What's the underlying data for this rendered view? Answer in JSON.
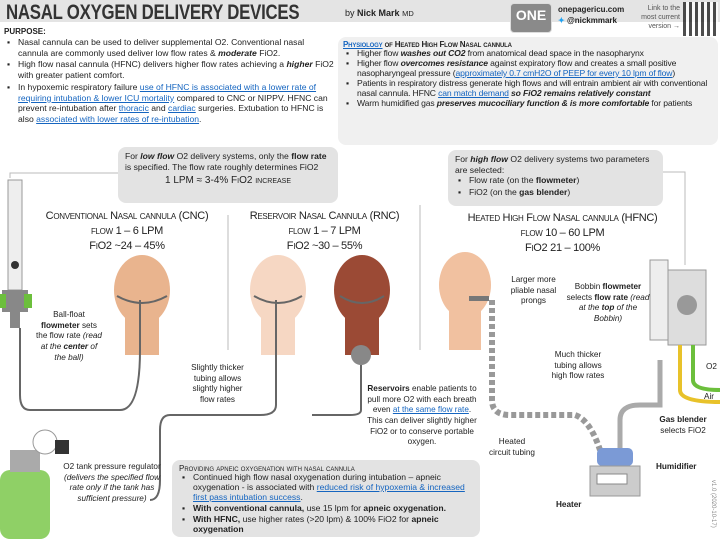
{
  "header": {
    "title": "NASAL OXYGEN DELIVERY DEVICES",
    "by": "by",
    "author": "Nick Mark",
    "credential": "MD",
    "logo": "ONE",
    "site": "onepagericu.com",
    "twitter": "@nickmmark",
    "link_note": "Link to the most current version →"
  },
  "purpose": {
    "heading": "PURPOSE:",
    "items": [
      {
        "text": "Nasal cannula can be used to deliver supplemental O2. Conventional nasal cannula are commonly used deliver low flow rates & ",
        "bold": "moderate",
        "tail": " FiO2."
      },
      {
        "text": "High flow nasal cannula (HFNC) delivers higher flow rates achieving a ",
        "bold": "higher",
        "tail": " FiO2 with greater patient comfort."
      },
      {
        "pre": "In hypoxemic respiratory failure ",
        "link1": "use of HFNC is associated with a lower rate of requiring intubation & lower ICU mortality",
        "mid1": " compared to CNC or NIPPV. HFNC can prevent re-intubation after ",
        "link2": "thoracic",
        "mid2": " and ",
        "link3": "cardiac",
        "mid3": " surgeries. Extubation to HFNC is also ",
        "link4": "associated with lower rates of re-intubation",
        "end": "."
      }
    ]
  },
  "physiology": {
    "link": "Physiology",
    "heading": " of Heated High Flow Nasal cannula",
    "items": [
      {
        "a": "Higher flow ",
        "b": "washes out CO2",
        "c": " from anatomical dead space in the nasopharynx"
      },
      {
        "a": "Higher flow ",
        "b": "overcomes resistance",
        "c": " against expiratory flow and creates a small positive nasopharyngeal pressure (",
        "link": "approximately 0.7 cmH2O of PEEP for every 10 lpm of flow",
        "d": ")"
      },
      {
        "a": "Patients in respiratory distress generate high flows and will entrain ambient air with conventional nasal cannula. HFNC ",
        "link": "can match demand",
        "b": " so FiO2 remains relatively constant"
      },
      {
        "a": "Warm humidified gas ",
        "b": "preserves mucociliary function & is more comfortable",
        "c": " for patients"
      }
    ]
  },
  "low_flow": {
    "a": "For ",
    "b": "low flow",
    "c": " O2 delivery systems, only the ",
    "d": "flow rate",
    "e": " is specified. The flow rate roughly determines FiO2",
    "rule": "1 LPM ≈ 3-4% FiO2 increase"
  },
  "high_flow": {
    "a": "For ",
    "b": "high flow",
    "c": " O2 delivery systems two parameters are selected:",
    "items": [
      {
        "a": "Flow rate (on the ",
        "b": "flowmeter",
        "c": ")"
      },
      {
        "a": "FiO2 (on the ",
        "b": "gas blender",
        "c": ")"
      }
    ]
  },
  "devices": [
    {
      "name": "Conventional Nasal cannula (CNC)",
      "flow": "flow 1 – 6 LPM",
      "fio2": "FiO2 ~24 – 45%"
    },
    {
      "name": "Reservoir Nasal Cannula (RNC)",
      "flow": "flow 1 – 7 LPM",
      "fio2": "FiO2 ~30 – 55%"
    },
    {
      "name": "Heated High Flow Nasal cannula (HFNC)",
      "flow": "flow 10 – 60 LPM",
      "fio2": "FiO2 21 – 100%"
    }
  ],
  "labels": {
    "ballfloat": {
      "a": "Ball-float ",
      "b": "flowmeter",
      "c": " sets the flow rate ",
      "d": "(read at the ",
      "e": "center",
      "f": " of the ball)"
    },
    "thicker": "Slightly thicker tubing allows slightly higher flow rates",
    "reservoirs": {
      "b": "Reservoirs",
      "a": " enable patients to pull more O2 with each breath even ",
      "link": "at the same flow rate",
      "c": ". This can deliver slightly higher FiO2 or to conserve portable oxygen."
    },
    "prongs": "Larger more pliable nasal prongs",
    "bobbin": {
      "a": "Bobbin ",
      "b": "flowmeter",
      "c": " selects ",
      "d": "flow rate",
      "e": " (read at the ",
      "f": "top",
      "g": " of the Bobbin)"
    },
    "much_thicker": "Much thicker tubing allows high flow rates",
    "gas_blender": {
      "b": "Gas blender",
      "c": "selects FiO2"
    },
    "heated_tubing": "Heated circuit tubing",
    "humidifier": "Humidifier",
    "heater": "Heater",
    "o2": "O2",
    "air": "Air",
    "regulator": {
      "a": "O2 tank pressure regulator",
      "b": "(delivers the specified flow rate only if the tank has sufficient pressure)"
    }
  },
  "apneic": {
    "heading": "Providing apneic oxygenation with nasal cannula",
    "items": [
      {
        "a": "Continued high flow nasal oxygenation during intubation – apneic oxygenation - is associated with ",
        "link": "reduced risk of hypoxemia & increased first pass intubation success",
        "c": "."
      },
      {
        "b": "With conventional cannula,",
        "a": " use 15 lpm for ",
        "d": "apneic oxygenation."
      },
      {
        "b": "With HFNC,",
        "a": " use higher rates (>20 lpm) & 100% FiO2 for ",
        "d": "apneic oxygenation"
      }
    ]
  },
  "version": "v1.0 (2020-10-17)",
  "colors": {
    "skin_light": "#e9b48e",
    "skin_pale": "#f6d7c3",
    "skin_dark": "#9b4a35",
    "tubing": "#666666",
    "o2_green": "#6cbf3c",
    "air_yellow": "#e8c22a",
    "humidifier_blue": "#7b9ad6",
    "link": "#1565c0"
  }
}
